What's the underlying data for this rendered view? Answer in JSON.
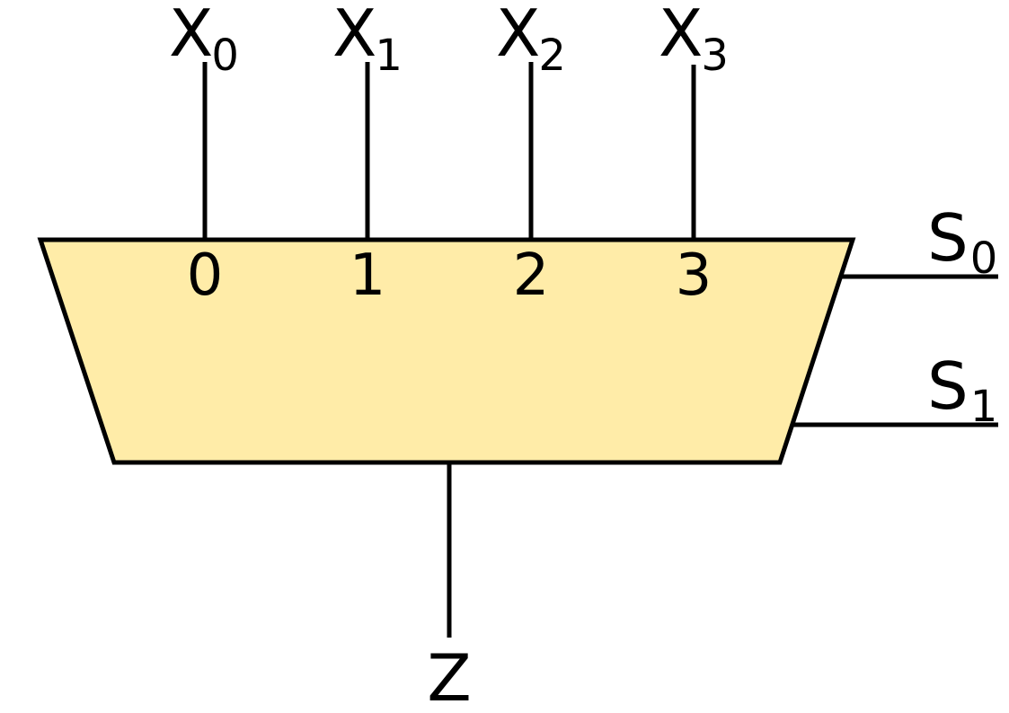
{
  "mux": {
    "fill": "#FFECA8",
    "stroke": "#000000",
    "inputs": [
      {
        "letter": "X",
        "index": "0",
        "port": "0"
      },
      {
        "letter": "X",
        "index": "1",
        "port": "1"
      },
      {
        "letter": "X",
        "index": "2",
        "port": "2"
      },
      {
        "letter": "X",
        "index": "3",
        "port": "3"
      }
    ],
    "selects": [
      {
        "letter": "S",
        "index": "0"
      },
      {
        "letter": "S",
        "index": "1"
      }
    ],
    "output": {
      "letter": "Z"
    }
  }
}
